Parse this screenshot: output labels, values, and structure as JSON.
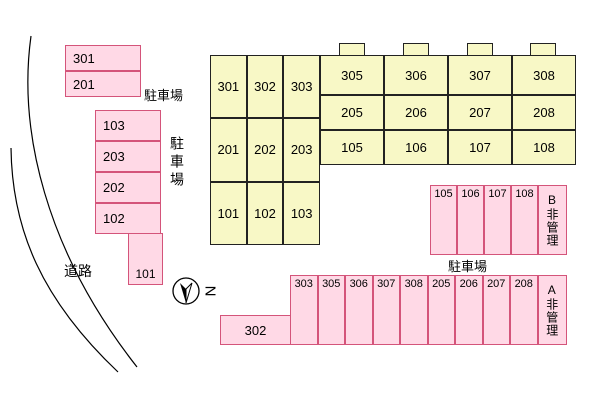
{
  "top_left_lot": {
    "cells": [
      "301",
      "201"
    ],
    "label": "駐車場"
  },
  "left_lot": {
    "cells": [
      "103",
      "203",
      "202",
      "102"
    ],
    "bottom_cell": "101",
    "label": "駐車場"
  },
  "road_label": "道路",
  "building_left": {
    "rows": [
      [
        "301",
        "302",
        "303"
      ],
      [
        "201",
        "202",
        "203"
      ],
      [
        "101",
        "102",
        "103"
      ]
    ]
  },
  "building_right": {
    "rows": [
      [
        "305",
        "306",
        "307",
        "308"
      ],
      [
        "205",
        "206",
        "207",
        "208"
      ],
      [
        "105",
        "106",
        "107",
        "108"
      ]
    ]
  },
  "lot_b": {
    "cells": [
      "105",
      "106",
      "107",
      "108"
    ],
    "label": "B非管理"
  },
  "lot_a": {
    "cells": [
      "303",
      "305",
      "306",
      "307",
      "308",
      "205",
      "206",
      "207",
      "208"
    ],
    "label": "A非管理",
    "extra_cell": "302"
  },
  "bottom_lot_label": "駐車場",
  "compass": {
    "letter": "N"
  },
  "colors": {
    "lot_fill": "#ffd9e6",
    "lot_border": "#d4547a",
    "building_fill": "#f8f8c6",
    "building_border": "#222222"
  }
}
